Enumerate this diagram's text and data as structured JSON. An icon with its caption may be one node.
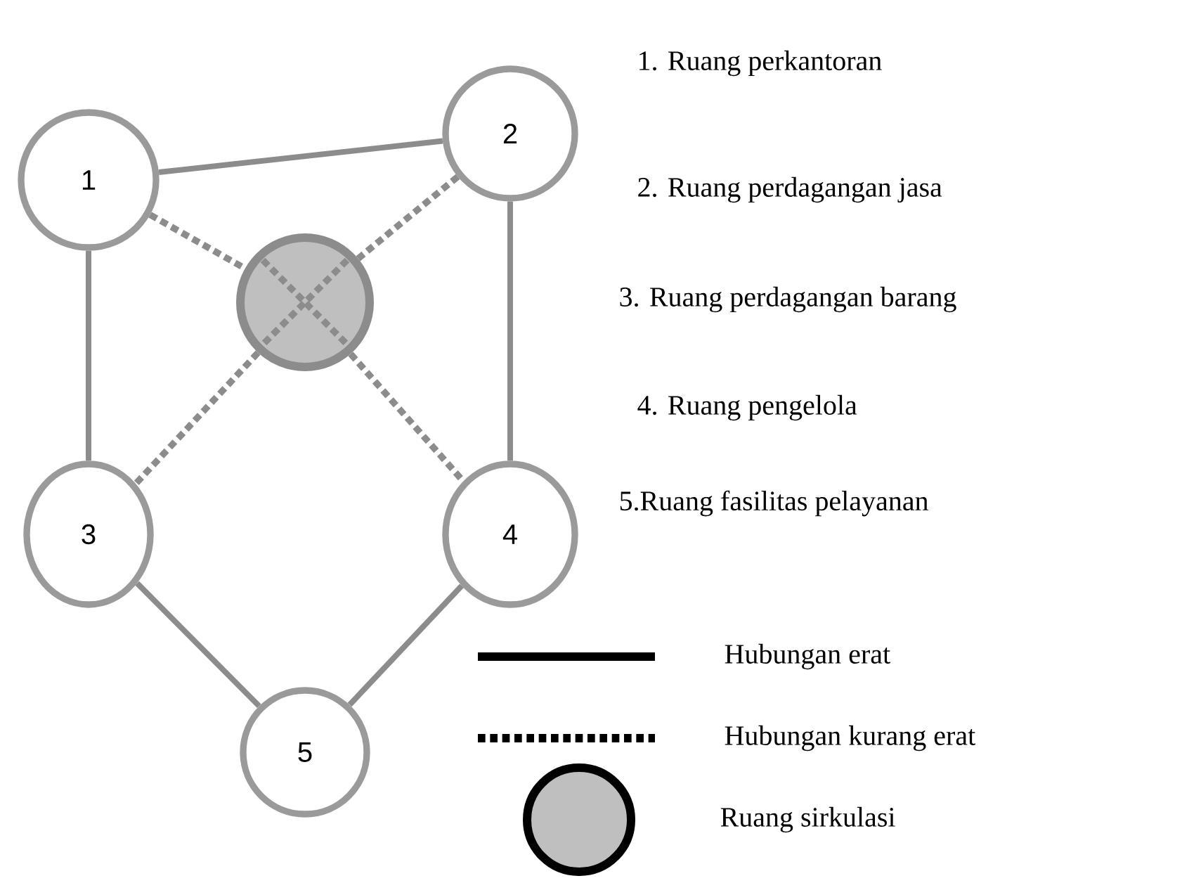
{
  "diagram": {
    "nodes": [
      {
        "text": [
          "1"
        ]
      },
      {
        "text": [
          "2"
        ]
      },
      {
        "text": [],
        "shape": "circle"
      },
      {
        "text": [
          "3"
        ]
      },
      {
        "text": [
          "4"
        ]
      },
      {
        "text": [
          "5"
        ]
      }
    ],
    "edges": [
      {
        "from": 0,
        "to": 1,
        "arrow": "none"
      },
      {
        "from": 0,
        "to": 3,
        "arrow": "none"
      },
      {
        "from": 1,
        "to": 4,
        "arrow": "none"
      },
      {
        "from": 0,
        "to": 2,
        "arrow": "none",
        "style": "dashed"
      },
      {
        "from": 1,
        "to": 2,
        "arrow": "none",
        "style": "dashed"
      },
      {
        "from": 2,
        "to": 3,
        "arrow": "none",
        "style": "dashed"
      },
      {
        "from": 2,
        "to": 4,
        "arrow": "none",
        "style": "dashed"
      },
      {
        "from": 3,
        "to": 5,
        "arrow": "none"
      },
      {
        "from": 4,
        "to": 5,
        "arrow": "none"
      }
    ],
    "labels": [
      "1. Ruang perkantoran",
      "2. Ruang perdagangan jasa",
      "3. Ruang  perdagangan barang",
      "4. Ruang pengelola",
      "5.Ruang fasilitas pelayanan"
    ],
    "legend": [
      {
        "text": "Hubungan erat"
      },
      {
        "text": "Hubungan kurang erat"
      },
      {
        "text": "Ruang sirkulasi"
      }
    ]
  }
}
